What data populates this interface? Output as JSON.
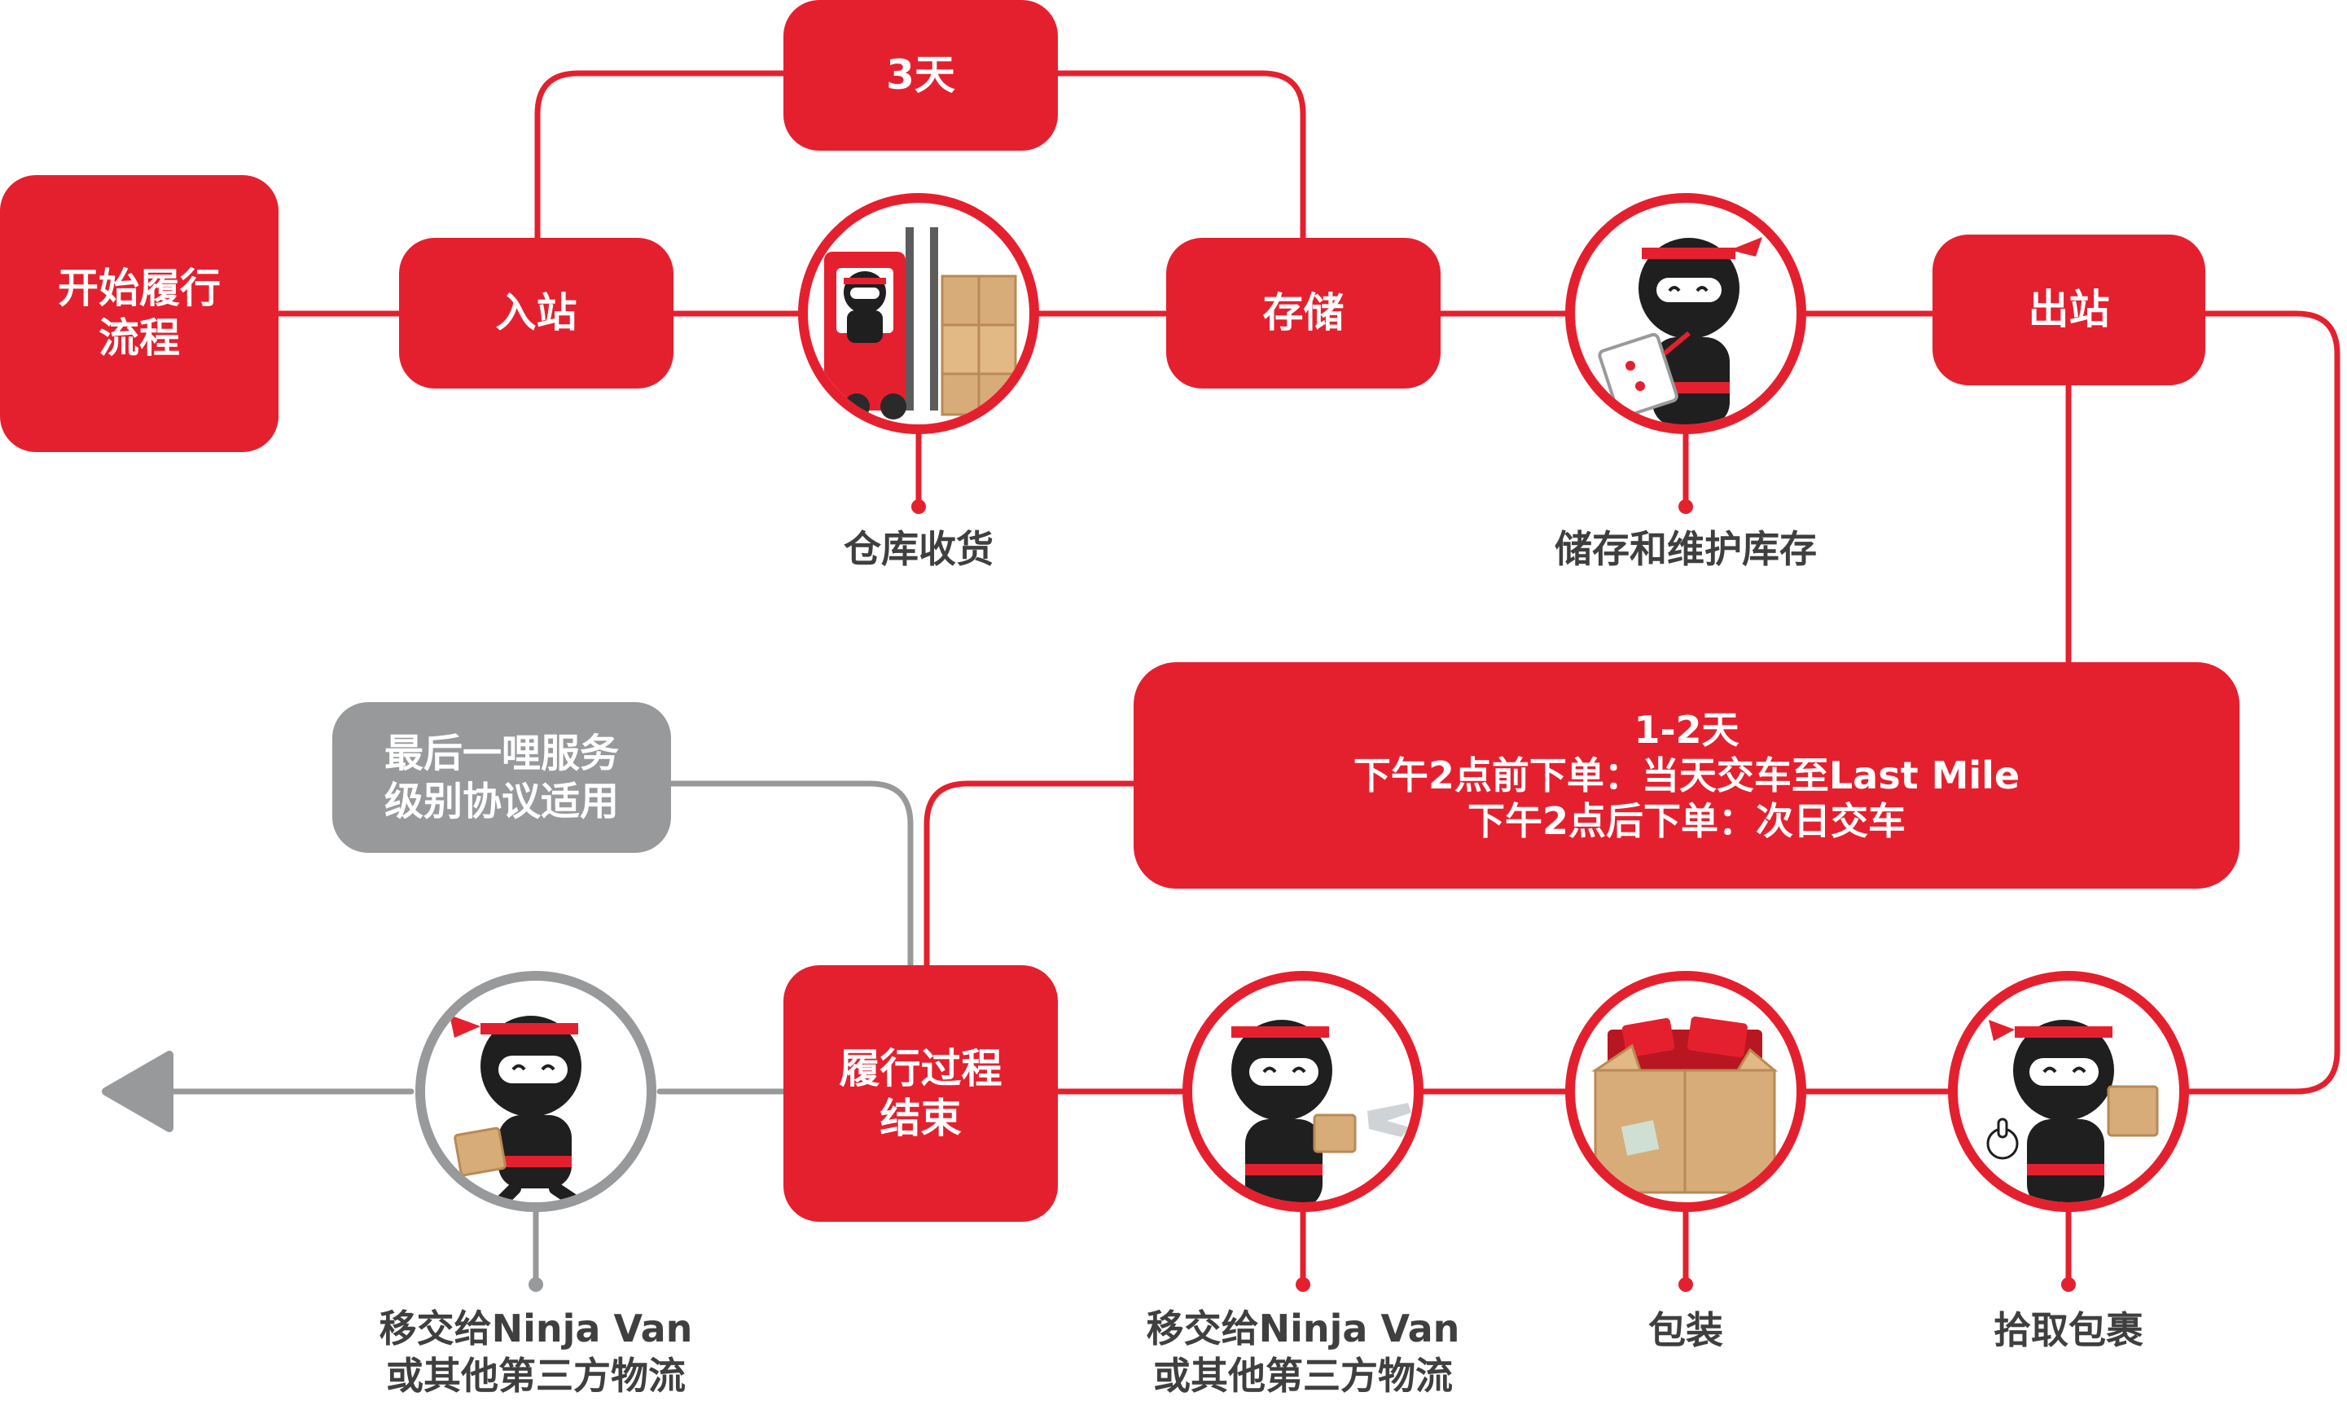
{
  "colors": {
    "accent": "#e5202e",
    "muted": "#98999b",
    "text": "#3f3f3f",
    "ninja_body": "#1f1f1f",
    "ninja_skin": "#ffffff",
    "box_brown": "#d8ac78"
  },
  "nodes": {
    "start": [
      "开始履行",
      "流程"
    ],
    "inbound": "入站",
    "duration_3": "3天",
    "storage": "存储",
    "outbound": "出站",
    "duration_12": [
      "1-2天",
      "下午2点前下单：当天交车至Last Mile",
      "下午2点后下单：次日交车"
    ],
    "sla": [
      "最后一哩服务",
      "级别协议适用"
    ],
    "end": [
      "履行过程",
      "结束"
    ]
  },
  "steps": {
    "receiving": "仓库收货",
    "maintain": "储存和维护库存",
    "pick": "拾取包裹",
    "pack": "包装",
    "handover_red": [
      "移交给Ninja Van",
      "或其他第三方物流"
    ],
    "handover_grey": [
      "移交给Ninja Van",
      "或其他第三方物流"
    ]
  },
  "icons": {
    "receiving": "forklift-ninja-icon",
    "maintain": "clipboard-ninja-icon",
    "pick": "thumbs-up-ninja-icon",
    "pack": "parcel-box-icon",
    "handover_red": "handing-ninja-icon",
    "handover_grey": "running-ninja-icon",
    "exit": "arrow-left-icon"
  }
}
